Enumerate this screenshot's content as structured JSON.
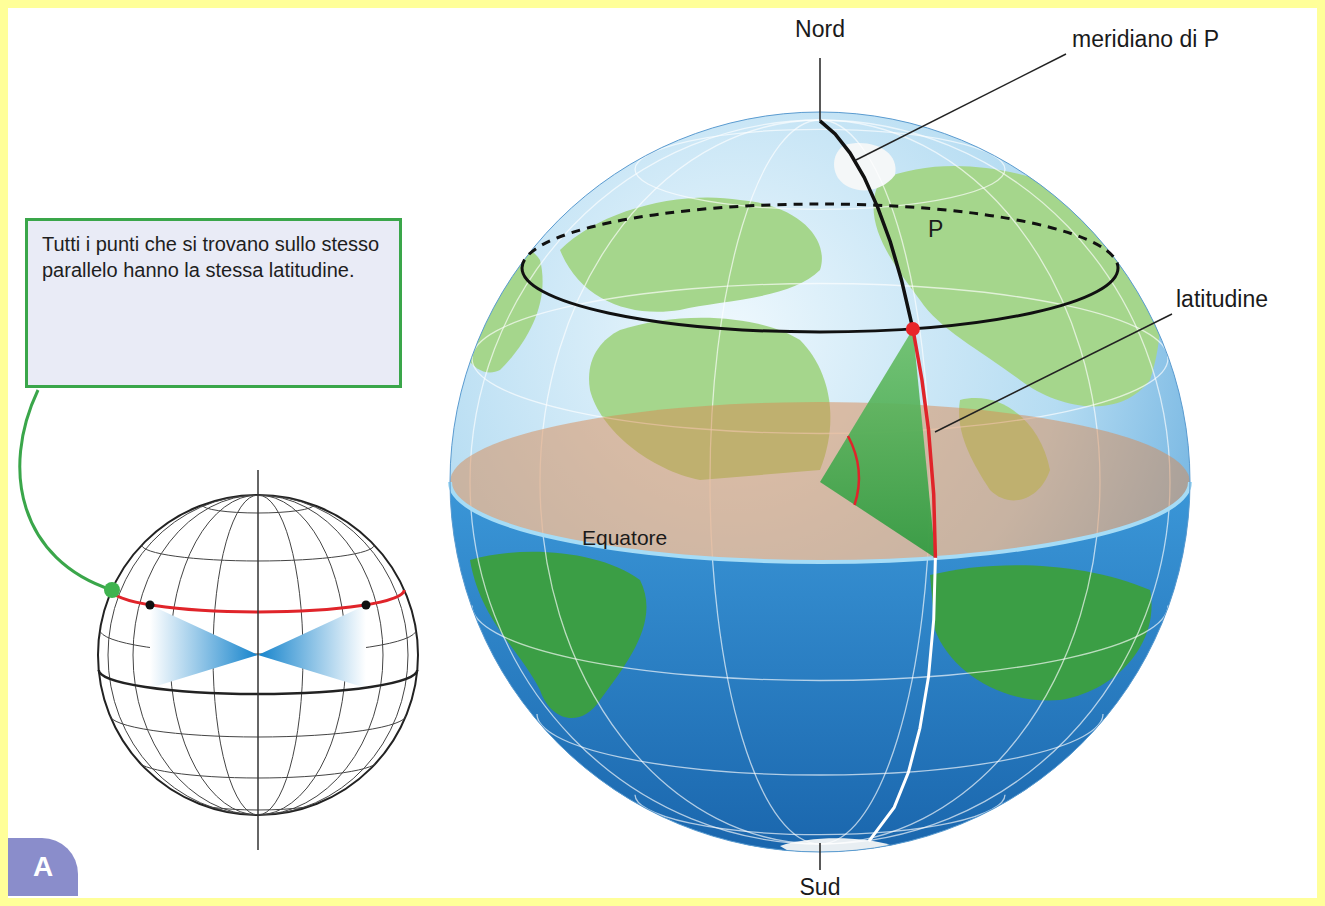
{
  "diagram": {
    "nodes": [
      {
        "text": [
          "Tutti i punti che si trovano sullo stesso parallelo hanno la stessa latitudine."
        ]
      },
      {
        "text": [
          "A"
        ]
      }
    ],
    "labels": [
      "Nord",
      "meridiano di P",
      "P",
      "latitudine",
      "Equatore",
      "Sud"
    ]
  }
}
